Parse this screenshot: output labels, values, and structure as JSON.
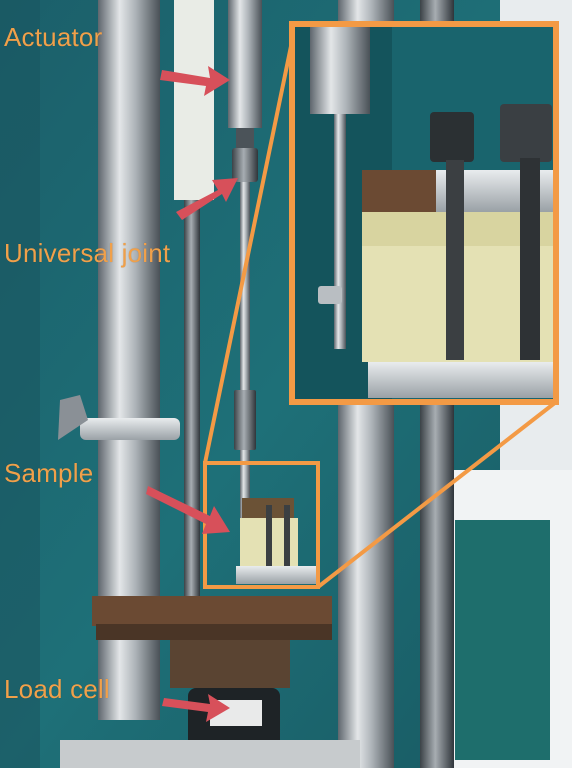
{
  "labels": {
    "actuator": "Actuator",
    "universal_joint": "Universal joint",
    "sample": "Sample",
    "load_cell": "Load cell"
  },
  "colors": {
    "label": "#f0a04a",
    "arrow": "#d7505a",
    "callout_border": "#f39a45",
    "backdrop": "#1d6b72",
    "steel": "#b8bcc0",
    "foam": "#e4e1b4",
    "wood": "#6b4a33"
  }
}
